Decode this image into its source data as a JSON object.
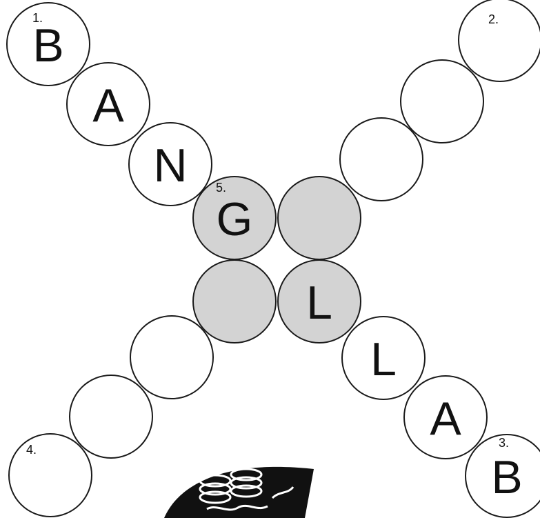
{
  "puzzle": {
    "colors": {
      "cell_fill": "#ffffff",
      "shared_cell_fill": "#d3d3d3",
      "outline": "#1a1a1a",
      "text": "#111111"
    },
    "cells": [
      {
        "id": "c1",
        "letter": "B",
        "number": "1.",
        "shared": false
      },
      {
        "id": "c2",
        "letter": "A",
        "number": "",
        "shared": false
      },
      {
        "id": "c3",
        "letter": "N",
        "number": "",
        "shared": false
      },
      {
        "id": "c4",
        "letter": "G",
        "number": "5.",
        "shared": true
      },
      {
        "id": "c5",
        "letter": "",
        "number": "",
        "shared": true
      },
      {
        "id": "c6",
        "letter": "",
        "number": "",
        "shared": true
      },
      {
        "id": "c7",
        "letter": "L",
        "number": "",
        "shared": true
      },
      {
        "id": "c8",
        "letter": "L",
        "number": "",
        "shared": false
      },
      {
        "id": "c9",
        "letter": "A",
        "number": "",
        "shared": false
      },
      {
        "id": "c10",
        "letter": "B",
        "number": "3.",
        "shared": false
      },
      {
        "id": "c11",
        "letter": "",
        "number": "2.",
        "shared": false
      },
      {
        "id": "c12",
        "letter": "",
        "number": "",
        "shared": false
      },
      {
        "id": "c13",
        "letter": "",
        "number": "",
        "shared": false
      },
      {
        "id": "c14",
        "letter": "",
        "number": "",
        "shared": false
      },
      {
        "id": "c15",
        "letter": "",
        "number": "",
        "shared": false
      },
      {
        "id": "c16",
        "letter": "",
        "number": "4.",
        "shared": false
      }
    ]
  }
}
